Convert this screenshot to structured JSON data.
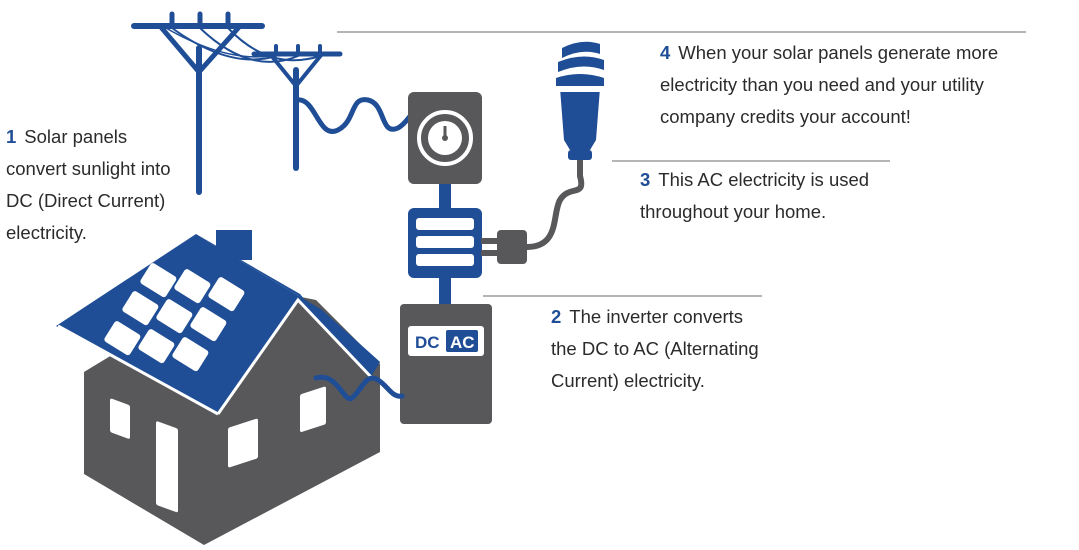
{
  "colors": {
    "blue": "#1f4e96",
    "gray": "#58585a",
    "text": "#2b2b2b",
    "number": "#1f4e96",
    "rule": "#6b6b6b",
    "white": "#ffffff"
  },
  "inverter_label": {
    "dc": "DC",
    "ac": "AC"
  },
  "steps": [
    {
      "number": "1",
      "lines": [
        "Solar panels",
        "convert sunlight into",
        "DC (Direct Current)",
        "electricity."
      ]
    },
    {
      "number": "2",
      "lines": [
        "The inverter converts",
        "the DC to AC (Alternating",
        "Current) electricity."
      ]
    },
    {
      "number": "3",
      "lines": [
        "This AC electricity is used",
        "throughout your home."
      ]
    },
    {
      "number": "4",
      "lines": [
        "When your solar panels generate more",
        "electricity than you need and your utility",
        "company credits your account!"
      ]
    }
  ],
  "icons": [
    "power-line-pole-icon",
    "house-icon",
    "solar-panel-icon",
    "utility-meter-icon",
    "breaker-box-icon",
    "inverter-icon",
    "power-plug-icon",
    "light-bulb-icon"
  ]
}
